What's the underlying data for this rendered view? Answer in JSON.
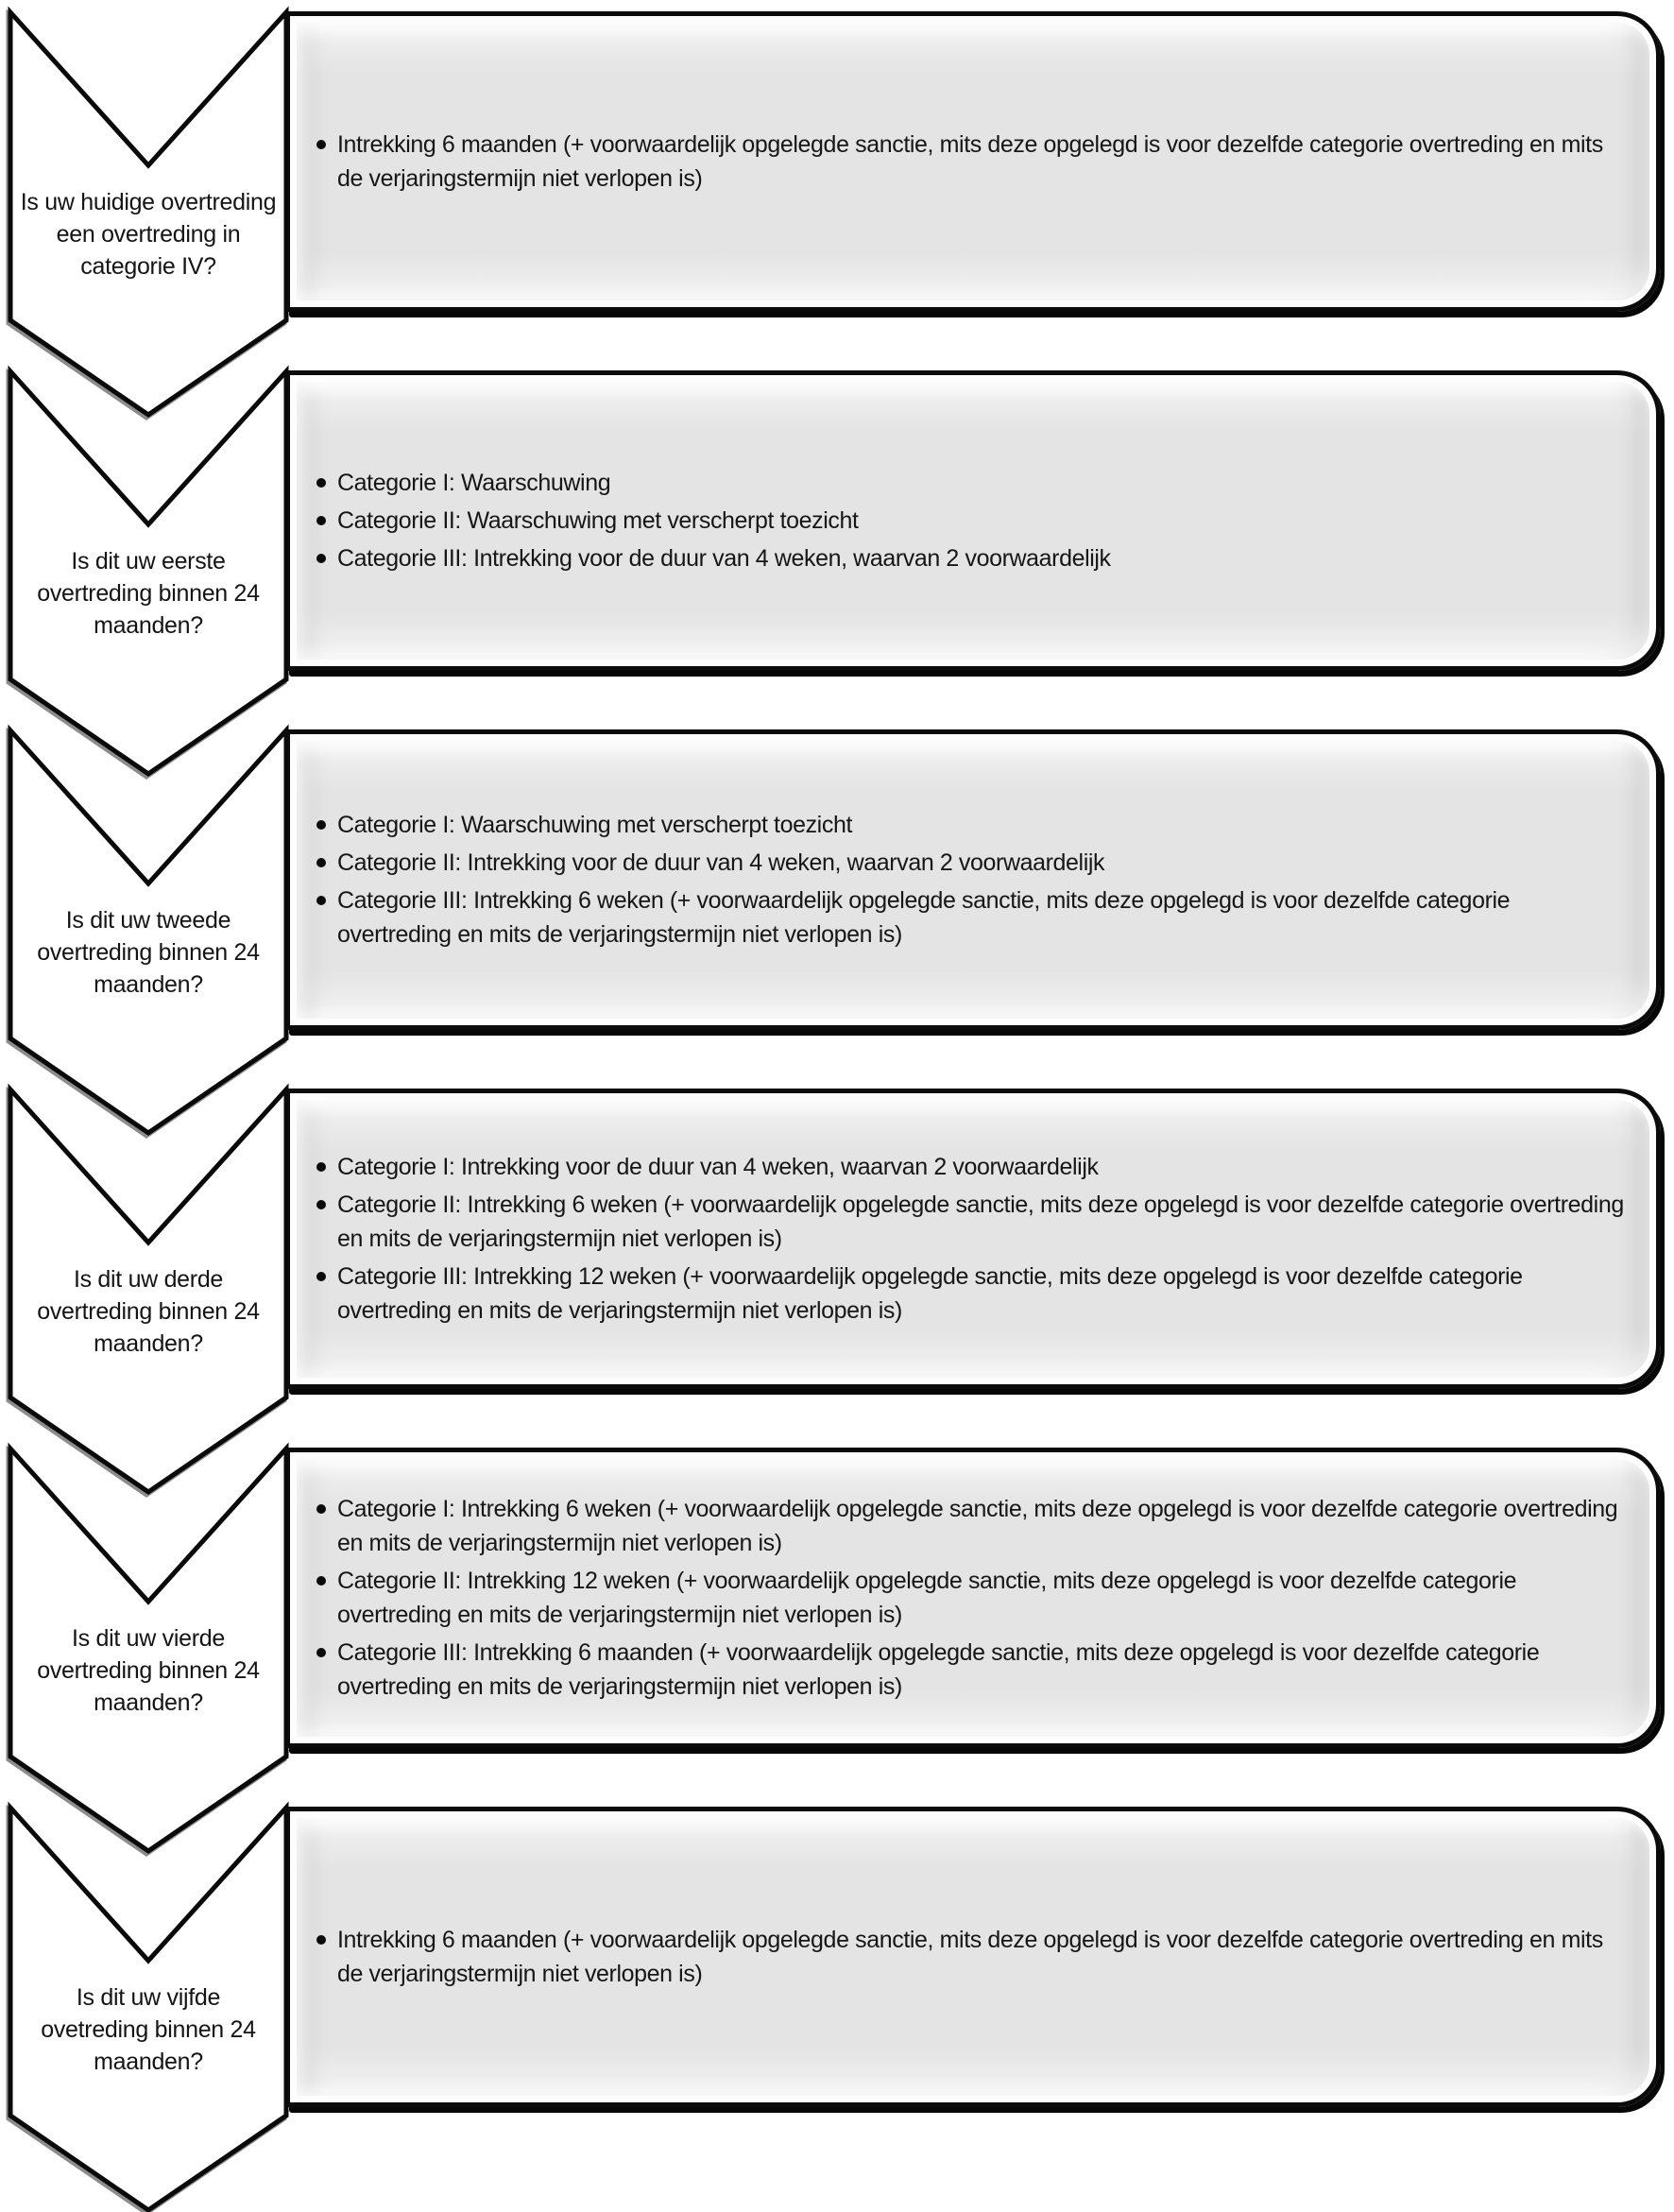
{
  "diagram": {
    "type": "chevron-flow-list",
    "language": "nl",
    "rows": [
      {
        "question": "Is uw huidige overtreding\neen overtreding in\ncategorie IV?",
        "bullets": [
          "Intrekking 6 maanden (+ voorwaardelijk opgelegde sanctie, mits deze opgelegd is voor dezelfde categorie overtreding en mits de verjaringstermijn niet verlopen is)"
        ]
      },
      {
        "question": "Is dit uw eerste\novertreding binnen 24\nmaanden?",
        "bullets": [
          "Categorie I: Waarschuwing",
          "Categorie II: Waarschuwing met verscherpt toezicht",
          "Categorie III: Intrekking voor de duur van 4 weken, waarvan 2 voorwaardelijk"
        ]
      },
      {
        "question": "Is dit uw tweede\novertreding binnen 24\nmaanden?",
        "bullets": [
          "Categorie I: Waarschuwing met verscherpt toezicht",
          "Categorie II: Intrekking voor de duur van 4 weken, waarvan 2 voorwaardelijk",
          "Categorie III: Intrekking 6 weken (+ voorwaardelijk opgelegde sanctie, mits deze opgelegd is voor dezelfde categorie overtreding en mits de verjaringstermijn niet verlopen is)"
        ]
      },
      {
        "question": "Is dit uw derde\novertreding binnen 24\nmaanden?",
        "bullets": [
          "Categorie I: Intrekking voor de duur van 4 weken, waarvan 2 voorwaardelijk",
          "Categorie II: Intrekking 6 weken (+ voorwaardelijk opgelegde sanctie, mits deze opgelegd is voor dezelfde categorie overtreding en mits de verjaringstermijn niet verlopen is)",
          "Categorie III: Intrekking 12 weken (+ voorwaardelijk opgelegde sanctie, mits deze opgelegd is voor dezelfde categorie overtreding en mits de verjaringstermijn niet verlopen is)"
        ]
      },
      {
        "question": "Is dit uw vierde\novertreding binnen 24\nmaanden?",
        "bullets": [
          "Categorie I: Intrekking 6 weken (+ voorwaardelijk opgelegde sanctie, mits deze opgelegd is voor dezelfde categorie overtreding en mits de verjaringstermijn niet verlopen is)",
          "Categorie II: Intrekking 12 weken (+ voorwaardelijk opgelegde sanctie, mits deze opgelegd is voor dezelfde categorie overtreding en mits de verjaringstermijn niet verlopen is)",
          "Categorie III: Intrekking 6 maanden (+ voorwaardelijk opgelegde sanctie, mits deze opgelegd is voor dezelfde categorie overtreding en mits de verjaringstermijn niet verlopen is)"
        ]
      },
      {
        "question": "Is dit uw vijfde\novetreding binnen 24\nmaanden?",
        "bullets": [
          "Intrekking 6 maanden (+ voorwaardelijk opgelegde sanctie, mits deze opgelegd is voor dezelfde categorie overtreding en mits de verjaringstermijn niet verlopen is)"
        ]
      }
    ],
    "colors": {
      "background": "#ffffff",
      "box_fill": "#e4e4e4",
      "box_border": "#0b0b0b",
      "box_highlight": "#fdfdfd",
      "chevron_fill": "#ffffff",
      "chevron_border": "#0a0a0a",
      "text": "#161616"
    }
  }
}
